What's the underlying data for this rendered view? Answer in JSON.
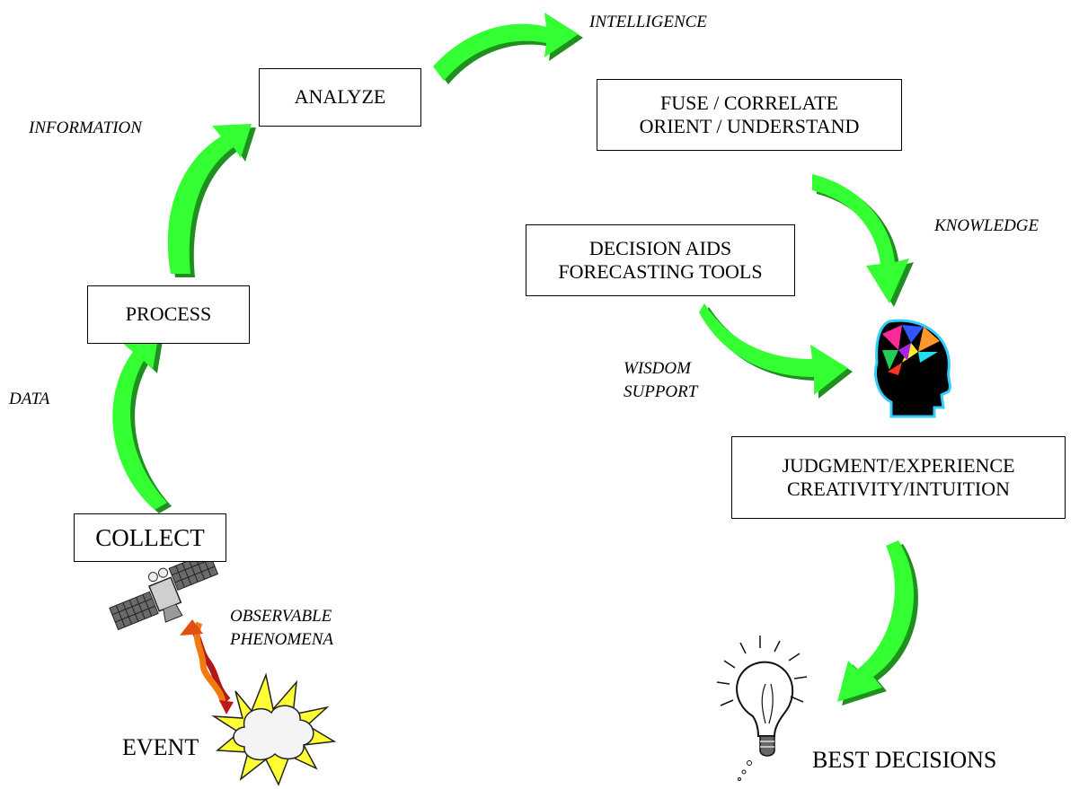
{
  "nodes": {
    "collect": "COLLECT",
    "process": "PROCESS",
    "analyze": "ANALYZE",
    "fuse": {
      "line1": "FUSE / CORRELATE",
      "line2": "ORIENT / UNDERSTAND"
    },
    "decision_aids": {
      "line1": "DECISION AIDS",
      "line2": "FORECASTING TOOLS"
    },
    "judgment": {
      "line1": "JUDGMENT/EXPERIENCE",
      "line2": "CREATIVITY/INTUITION"
    },
    "event": "EVENT",
    "best_decisions": "BEST DECISIONS"
  },
  "labels": {
    "data": "DATA",
    "information": "INFORMATION",
    "intelligence": "INTELLIGENCE",
    "knowledge": "KNOWLEDGE",
    "wisdom_support": {
      "line1": "WISDOM",
      "line2": "SUPPORT"
    },
    "observable_phenomena": {
      "line1": "OBSERVABLE",
      "line2": "PHENOMENA"
    }
  },
  "colors": {
    "arrow_fill": "#33ff33",
    "arrow_shadow": "#1f8f1f",
    "head_outline": "#33ccff"
  },
  "icons": [
    "satellite-icon",
    "signal-wave-icon",
    "event-burst-icon",
    "head-brain-icon",
    "lightbulb-icon",
    "flow-arrow-icon"
  ]
}
